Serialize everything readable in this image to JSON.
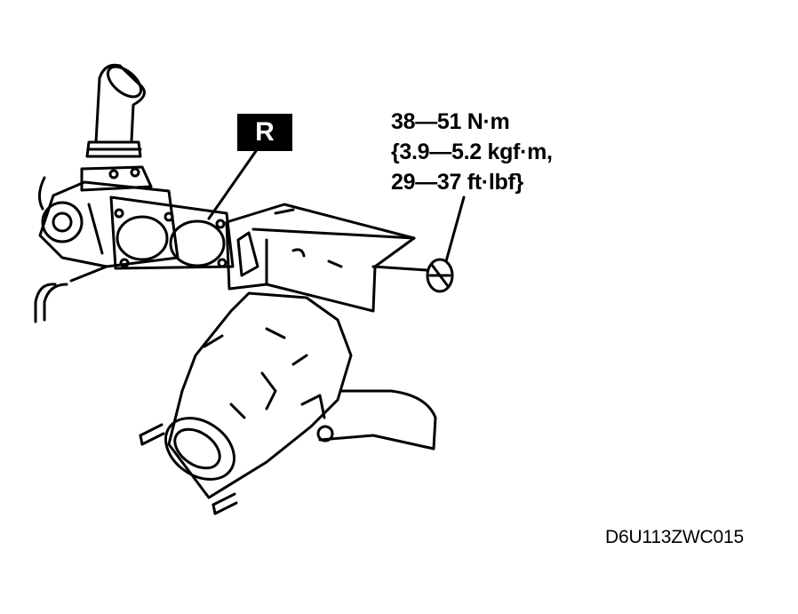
{
  "badge": {
    "label": "R"
  },
  "torque": {
    "line1": "38—51 N·m",
    "line2": "{3.9—5.2 kgf·m,",
    "line3": "29—37 ft·lbf}"
  },
  "figure_code": "D6U113ZWC015",
  "colors": {
    "ink": "#000000",
    "background": "#ffffff"
  }
}
